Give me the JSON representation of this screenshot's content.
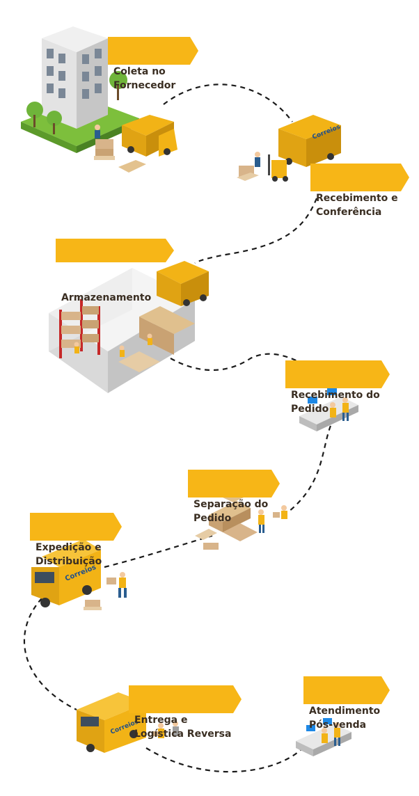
{
  "colors": {
    "accent": "#f7b617",
    "text": "#3a2e22",
    "path": "#1b1b1b"
  },
  "steps": [
    {
      "label": "Coleta no\nFornecedor",
      "icon": "building-truck-icon"
    },
    {
      "label": "Recebimento e\nConferência",
      "icon": "truck-forklift-icon"
    },
    {
      "label": "Armazenamento",
      "icon": "warehouse-icon"
    },
    {
      "label": "Recebimento do\nPedido",
      "icon": "office-desk-icon"
    },
    {
      "label": "Separação do\nPedido",
      "icon": "boxes-workers-icon"
    },
    {
      "label": "Expedição e\nDistribuição",
      "icon": "delivery-truck-icon"
    },
    {
      "label": "Entrega e\nLogística Reversa",
      "icon": "van-delivery-icon"
    },
    {
      "label": "Atendimento\nPós-venda",
      "icon": "support-desk-icon"
    }
  ],
  "brand": "Correios"
}
